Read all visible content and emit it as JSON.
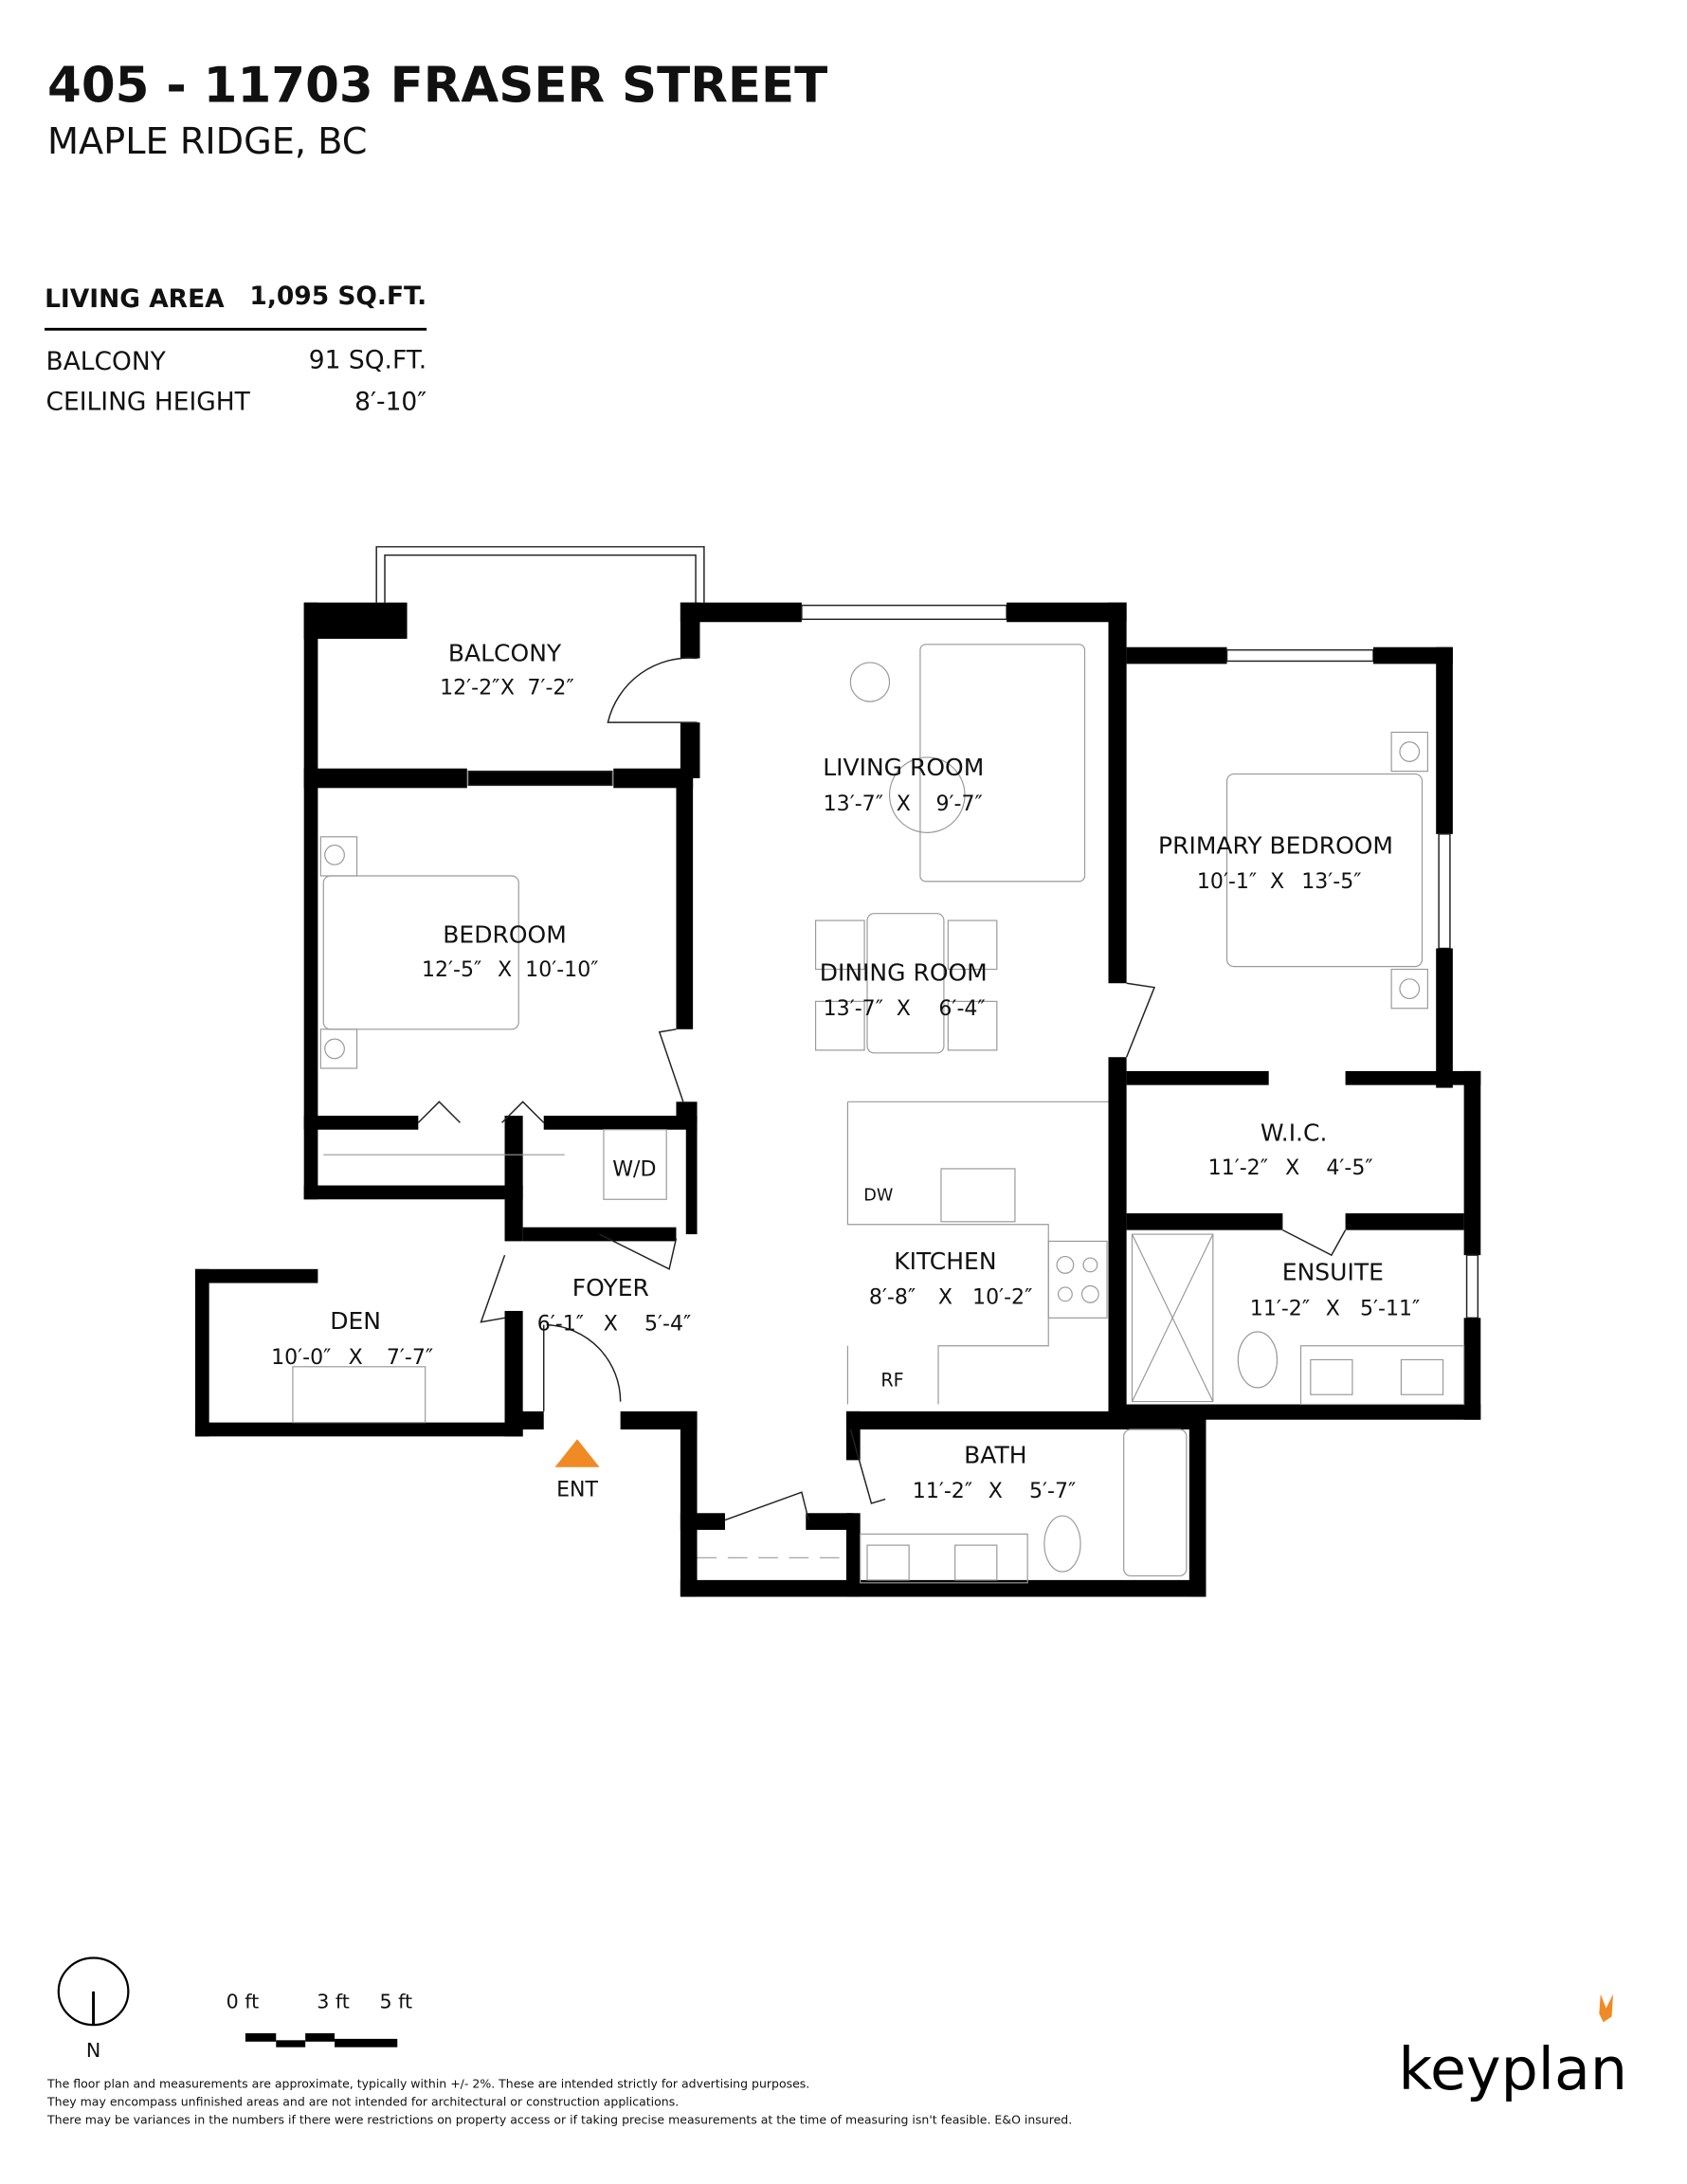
{
  "header": {
    "title": "405 - 11703 FRASER STREET",
    "subtitle": "MAPLE RIDGE, BC"
  },
  "areas": {
    "living_area_label": "LIVING AREA",
    "living_area_value": "1,095 SQ.FT.",
    "balcony_label": "BALCONY",
    "balcony_value": "91 SQ.FT.",
    "ceiling_label": "CEILING HEIGHT",
    "ceiling_value": "8′-10″"
  },
  "rooms": {
    "balcony": {
      "name": "BALCONY",
      "w": "12′-2″",
      "d": "7′-2″"
    },
    "living": {
      "name": "LIVING ROOM",
      "w": "13′-7″",
      "d": "9′-7″"
    },
    "primary": {
      "name": "PRIMARY BEDROOM",
      "w": "10′-1″",
      "d": "13′-5″"
    },
    "bedroom": {
      "name": "BEDROOM",
      "w": "12′-5″",
      "d": "10′-10″"
    },
    "dining": {
      "name": "DINING ROOM",
      "w": "13′-7″",
      "d": "6′-4″"
    },
    "wic": {
      "name": "W.I.C.",
      "w": "11′-2″",
      "d": "4′-5″"
    },
    "kitchen": {
      "name": "KITCHEN",
      "w": "8′-8″",
      "d": "10′-2″"
    },
    "ensuite": {
      "name": "ENSUITE",
      "w": "11′-2″",
      "d": "5′-11″"
    },
    "foyer": {
      "name": "FOYER",
      "w": "6′-1″",
      "d": "5′-4″"
    },
    "den": {
      "name": "DEN",
      "w": "10′-0″",
      "d": "7′-7″"
    },
    "bath": {
      "name": "BATH",
      "w": "11′-2″",
      "d": "5′-7″"
    },
    "x": "X"
  },
  "fixtures": {
    "wd": "W/D",
    "dw": "DW",
    "rf": "RF",
    "ent": "ENT"
  },
  "entry_color": "#F08A24",
  "compass": {
    "label": "N"
  },
  "scale": {
    "t0": "0 ft",
    "t3": "3 ft",
    "t5": "5 ft"
  },
  "disclaimer": [
    "The floor plan and measurements are approximate, typically within +/- 2%. These are intended strictly for advertising purposes.",
    "They may encompass unfinished areas and are not intended for architectural or construction applications.",
    "There may be variances in the numbers if there were restrictions on property access or if taking precise measurements at the time of measuring isn't feasible. E&O insured."
  ],
  "brand": {
    "name": "keyplan",
    "accent": "#F08A24"
  }
}
